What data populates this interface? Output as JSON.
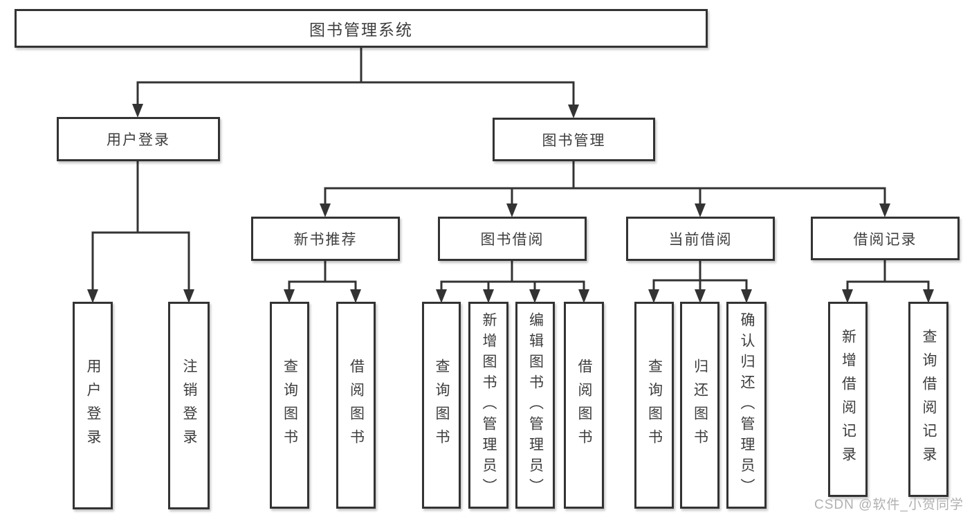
{
  "diagram": {
    "root": {
      "label": "图书管理系统",
      "children": [
        {
          "label": "用户登录",
          "children": [
            {
              "label": "用户登录"
            },
            {
              "label": "注销登录"
            }
          ]
        },
        {
          "label": "图书管理",
          "children": [
            {
              "label": "新书推荐",
              "children": [
                {
                  "label": "查询图书"
                },
                {
                  "label": "借阅图书"
                }
              ]
            },
            {
              "label": "图书借阅",
              "children": [
                {
                  "label": "查询图书"
                },
                {
                  "label": "新增图书（管理员）"
                },
                {
                  "label": "编辑图书（管理员）"
                },
                {
                  "label": "借阅图书"
                }
              ]
            },
            {
              "label": "当前借阅",
              "children": [
                {
                  "label": "查询图书"
                },
                {
                  "label": "归还图书"
                },
                {
                  "label": "确认归还（管理员）"
                }
              ]
            },
            {
              "label": "借阅记录",
              "children": [
                {
                  "label": "新增借阅记录"
                },
                {
                  "label": "查询借阅记录"
                }
              ]
            }
          ]
        }
      ]
    }
  },
  "watermark": {
    "text": "CSDN @软件_小贺同学"
  },
  "colors": {
    "line": "#333333",
    "text": "#3d3d3d",
    "watermark": "#b0b0b0",
    "background": "#ffffff"
  }
}
